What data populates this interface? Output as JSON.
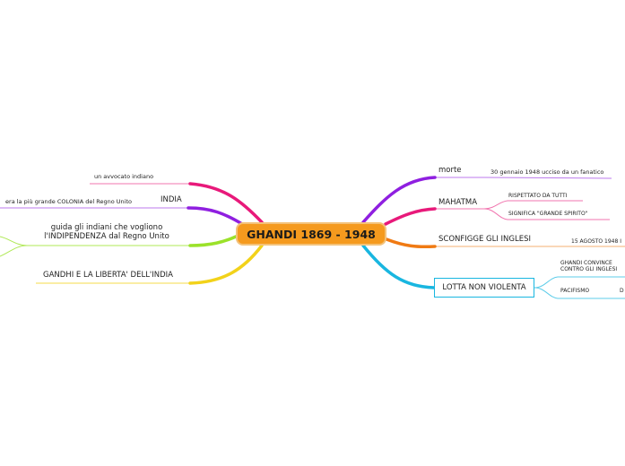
{
  "central": {
    "title": "GHANDI 1869 - 1948"
  },
  "colors": {
    "central_fill": "#f59a1e",
    "pink": "#e8197a",
    "purple": "#8f1fe0",
    "lime": "#9be22a",
    "yellow": "#f2d21a",
    "orange": "#f07a13",
    "cyan": "#19b6e0"
  },
  "left": {
    "lawyer": {
      "note": "un avvocato indiano"
    },
    "india": {
      "label": "INDIA",
      "note": "era la più grande COLONIA  del Regno Unito"
    },
    "guide": {
      "line1": "guida gli indiani che vogliono",
      "line2": "l'INDIPENDENZA dal Regno Unito"
    },
    "freedom": {
      "label": "GANDHI E LA LIBERTA' DELL'INDIA"
    }
  },
  "right": {
    "death": {
      "label": "morte",
      "note": "30 gennaio 1948 ucciso da un fanatico"
    },
    "mahatma": {
      "label": "MAHATMA",
      "sub1": "RISPETTATO DA TUTTI",
      "sub2": "SIGNIFICA \"GRANDE SPIRITO\""
    },
    "english": {
      "label": "SCONFIGGE GLI INGLESI",
      "note": "15 AGOSTO 1948 I"
    },
    "nonviolence": {
      "label": "LOTTA NON VIOLENTA",
      "sub1_line1": "GHANDI CONVINCE",
      "sub1_line2": "CONTRO GLI INGLESI",
      "sub2": "PACIFISMO",
      "sub2_cut": "D"
    }
  }
}
